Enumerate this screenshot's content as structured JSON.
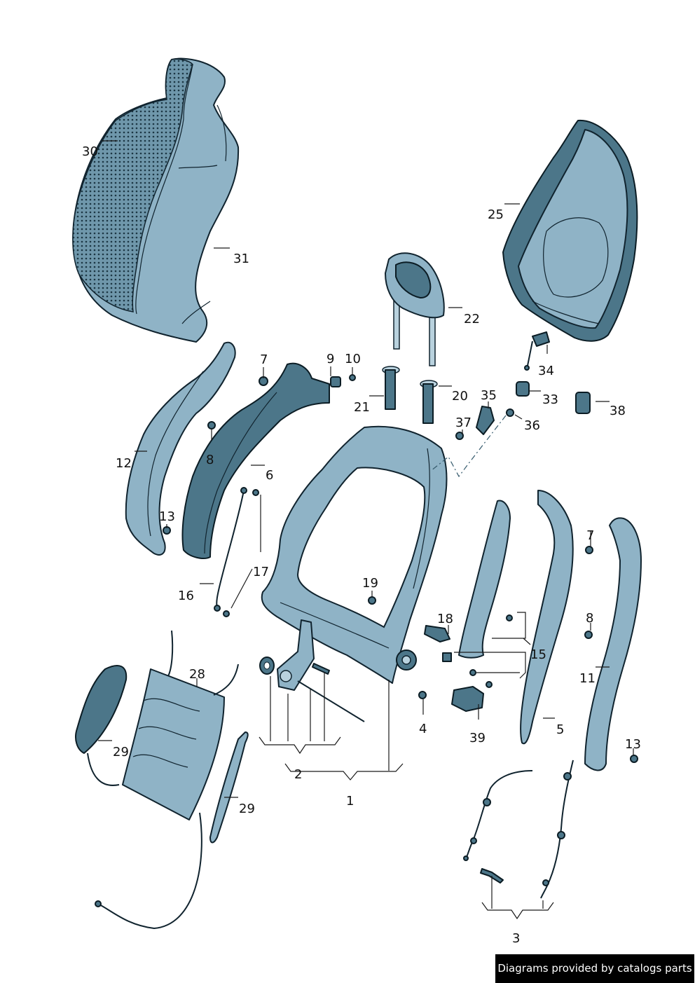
{
  "labels": {
    "l1": "1",
    "l2": "2",
    "l3": "3",
    "l4": "4",
    "l5": "5",
    "l6": "6",
    "l7a": "7",
    "l7b": "7",
    "l8a": "8",
    "l8b": "8",
    "l9": "9",
    "l10": "10",
    "l11": "11",
    "l12": "12",
    "l13a": "13",
    "l13b": "13",
    "l15": "15",
    "l16": "16",
    "l17": "17",
    "l18": "18",
    "l19": "19",
    "l20": "20",
    "l21": "21",
    "l22": "22",
    "l25": "25",
    "l28": "28",
    "l29a": "29",
    "l29b": "29",
    "l30": "30",
    "l31": "31",
    "l33": "33",
    "l34": "34",
    "l35": "35",
    "l36": "36",
    "l37": "37",
    "l38": "38",
    "l39": "39"
  },
  "credit": "Diagrams provided by catalogs parts",
  "colors": {
    "part": "#8fb3c6",
    "part_dark": "#4c7689",
    "outline": "#10232e",
    "credit_bg": "#000000"
  }
}
